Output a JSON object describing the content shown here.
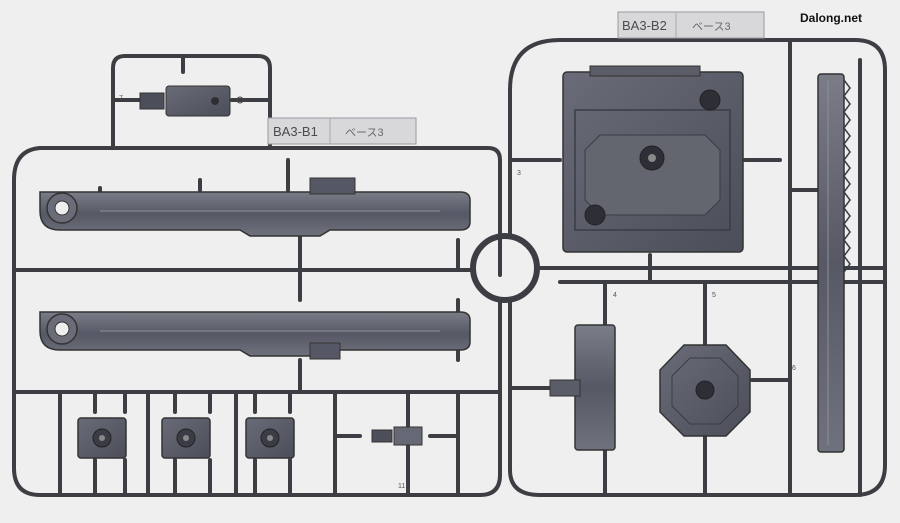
{
  "watermark": "Dalong.net",
  "tags": {
    "b1_code": "BA3-B1",
    "b1_name": "ベース3",
    "b2_code": "BA3-B2",
    "b2_name": "ベース3"
  },
  "part_numbers": [
    "7",
    "3",
    "11",
    "4",
    "5",
    "6"
  ],
  "colors": {
    "background": "#efefef",
    "runner": "#3d3d44",
    "clear_smoke": "#5c5f6b",
    "tag_plate": "#d8d8da"
  }
}
